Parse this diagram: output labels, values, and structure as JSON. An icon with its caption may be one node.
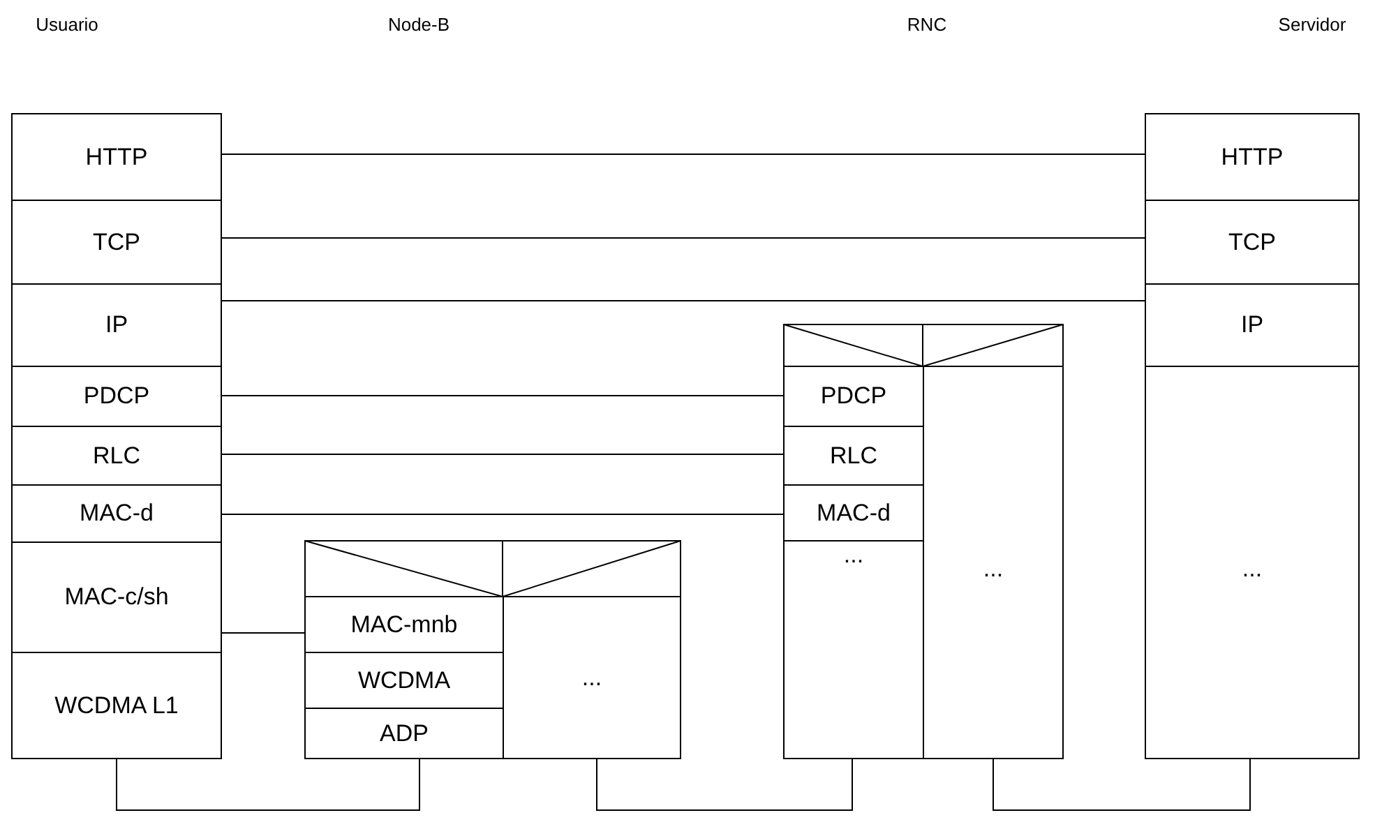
{
  "diagram": {
    "nodes": [
      {
        "text": [
          "HTTP"
        ]
      },
      {
        "text": [
          "TCP"
        ]
      },
      {
        "text": [
          "IP"
        ]
      },
      {
        "text": [
          "PDCP"
        ]
      },
      {
        "text": [
          "RLC"
        ]
      },
      {
        "text": [
          "MAC-d"
        ]
      },
      {
        "text": [
          "MAC-c/sh"
        ]
      },
      {
        "text": [
          "WCDMA L1"
        ]
      },
      {
        "text": [
          "MAC-mnb"
        ]
      },
      {
        "text": [
          "WCDMA"
        ]
      },
      {
        "text": [
          "ADP"
        ]
      },
      {
        "text": [
          "..."
        ]
      },
      {
        "text": [
          "PDCP"
        ]
      },
      {
        "text": [
          "RLC"
        ]
      },
      {
        "text": [
          "MAC-d"
        ]
      },
      {
        "text": [
          "..."
        ]
      },
      {
        "text": [
          "..."
        ]
      },
      {
        "text": [
          "HTTP"
        ]
      },
      {
        "text": [
          "TCP"
        ]
      },
      {
        "text": [
          "IP"
        ]
      },
      {
        "text": [
          "..."
        ]
      }
    ],
    "edges": [
      {
        "from": 0,
        "to": 17,
        "arrow": "none"
      },
      {
        "from": 1,
        "to": 18,
        "arrow": "none"
      },
      {
        "from": 2,
        "to": 19,
        "arrow": "none"
      },
      {
        "from": 3,
        "to": 12,
        "arrow": "none"
      },
      {
        "from": 4,
        "to": 13,
        "arrow": "none"
      },
      {
        "from": 5,
        "to": 14,
        "arrow": "none"
      },
      {
        "from": 6,
        "to": 8,
        "arrow": "none"
      },
      {
        "from": 7,
        "to": 10,
        "arrow": "none"
      },
      {
        "from": 11,
        "to": 15,
        "arrow": "none"
      },
      {
        "from": 16,
        "to": 20,
        "arrow": "none"
      }
    ],
    "labels": [
      "Usuario",
      "Node-B",
      "RNC",
      "Servidor"
    ]
  }
}
